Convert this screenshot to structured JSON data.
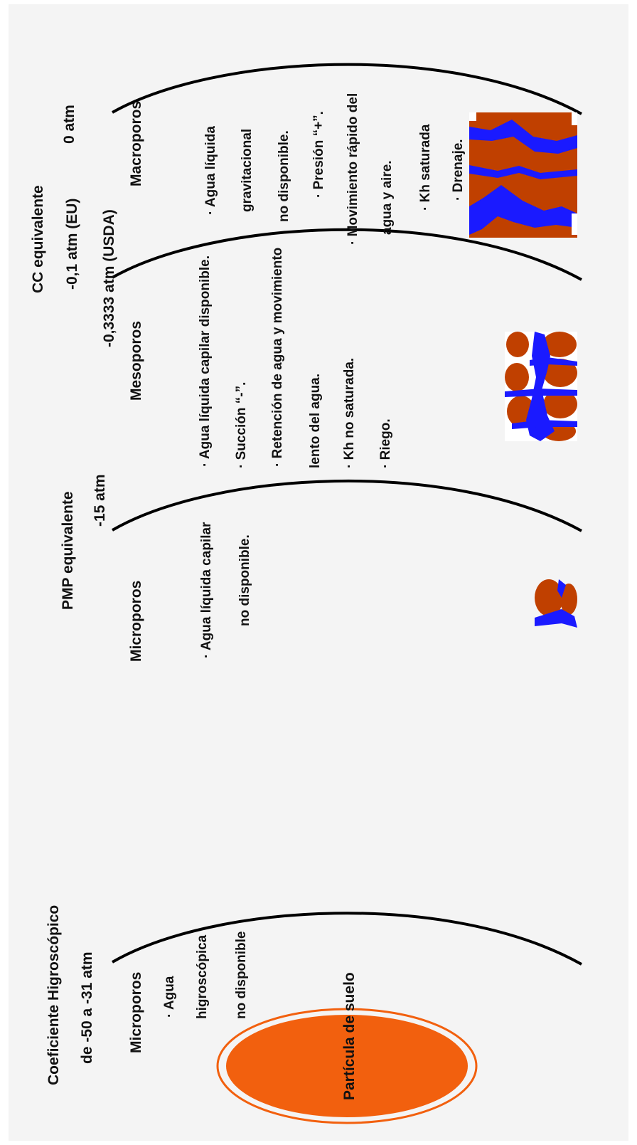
{
  "zones": {
    "hygroscopic": {
      "boundary_title": "Coeficiente Higroscópico",
      "boundary_value": "de -50 a -31 atm",
      "pore_type": "Microporos",
      "bullets": [
        "· Agua",
        "higroscópica",
        "no disponible"
      ]
    },
    "capillary_unavailable": {
      "pore_type": "Microporos",
      "bullets": [
        "· Agua líquida capilar",
        "no disponible."
      ]
    },
    "pmp": {
      "boundary_title": "PMP equivalente",
      "boundary_value": "-15 atm"
    },
    "mesopores": {
      "pore_type": "Mesoporos",
      "bullets": [
        "· Agua líquida capilar disponible.",
        "· Succión “-”.",
        "· Retención de agua y movimiento",
        "lento del agua.",
        "· Kh no saturada.",
        "· Riego."
      ]
    },
    "cc": {
      "boundary_title": "CC equivalente",
      "boundary_value_1": "-0,1 atm (EU)",
      "boundary_value_2": "-0,3333 atm (USDA)"
    },
    "macropores": {
      "boundary_value": "0 atm",
      "pore_type": "Macroporos",
      "bullets": [
        "· Agua líquida",
        "gravitacional",
        "no disponible.",
        "· Presión “+”.",
        "· Movimiento rápido del",
        "agua y aire.",
        "· Kh saturada",
        "· Drenaje."
      ]
    }
  },
  "particle": {
    "label": "Partícula de suelo"
  },
  "colors": {
    "particle_fill": "#f2600e",
    "soil_grain": "#c04000",
    "water": "#1a1aff",
    "air": "#ffffff",
    "background": "#f4f4f4"
  }
}
